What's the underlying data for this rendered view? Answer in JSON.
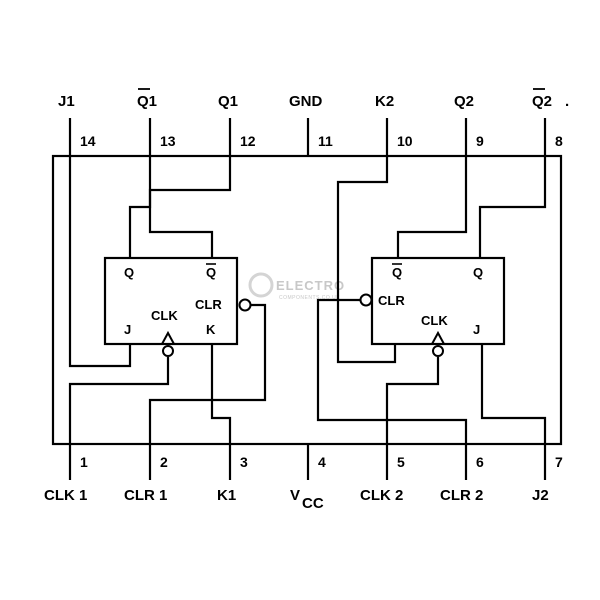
{
  "pins_top": [
    {
      "num": "14",
      "name": "J1"
    },
    {
      "num": "13",
      "name": "Q1",
      "overbar": true
    },
    {
      "num": "12",
      "name": "Q1"
    },
    {
      "num": "11",
      "name": "GND"
    },
    {
      "num": "10",
      "name": "K2"
    },
    {
      "num": "9",
      "name": "Q2"
    },
    {
      "num": "8",
      "name": "Q2",
      "overbar": true
    }
  ],
  "pins_bottom": [
    {
      "num": "1",
      "name": "CLK 1"
    },
    {
      "num": "2",
      "name": "CLR 1"
    },
    {
      "num": "3",
      "name": "K1"
    },
    {
      "num": "4",
      "name": "V",
      "sub": "CC"
    },
    {
      "num": "5",
      "name": "CLK 2"
    },
    {
      "num": "6",
      "name": "CLR 2"
    },
    {
      "num": "7",
      "name": "J2"
    }
  ],
  "flipflop1": {
    "q": "Q",
    "qbar": "Q",
    "clr": "CLR",
    "clk": "CLK",
    "j": "J",
    "k": "K"
  },
  "flipflop2": {
    "q": "Q",
    "qbar": "Q",
    "clr": "CLR",
    "clk": "CLK",
    "j": "J"
  },
  "watermark": {
    "main": "ELECTRO",
    "sub": "COMPONENTS.CO.UK"
  },
  "stray_mark": "."
}
